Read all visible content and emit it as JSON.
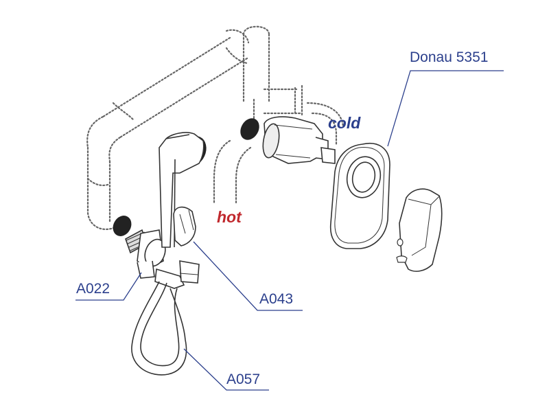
{
  "labels": {
    "donau": "Donau 5351",
    "a022": "A022",
    "a043": "A043",
    "a057": "A057",
    "cold": "cold",
    "hot": "hot"
  },
  "colors": {
    "line": "#333333",
    "dotted": "#666666",
    "leader": "#2b3f8c",
    "callout": "#2b3f8c",
    "cold": "#2b3f8c",
    "hot": "#c0282d",
    "black_fill": "#222222"
  }
}
